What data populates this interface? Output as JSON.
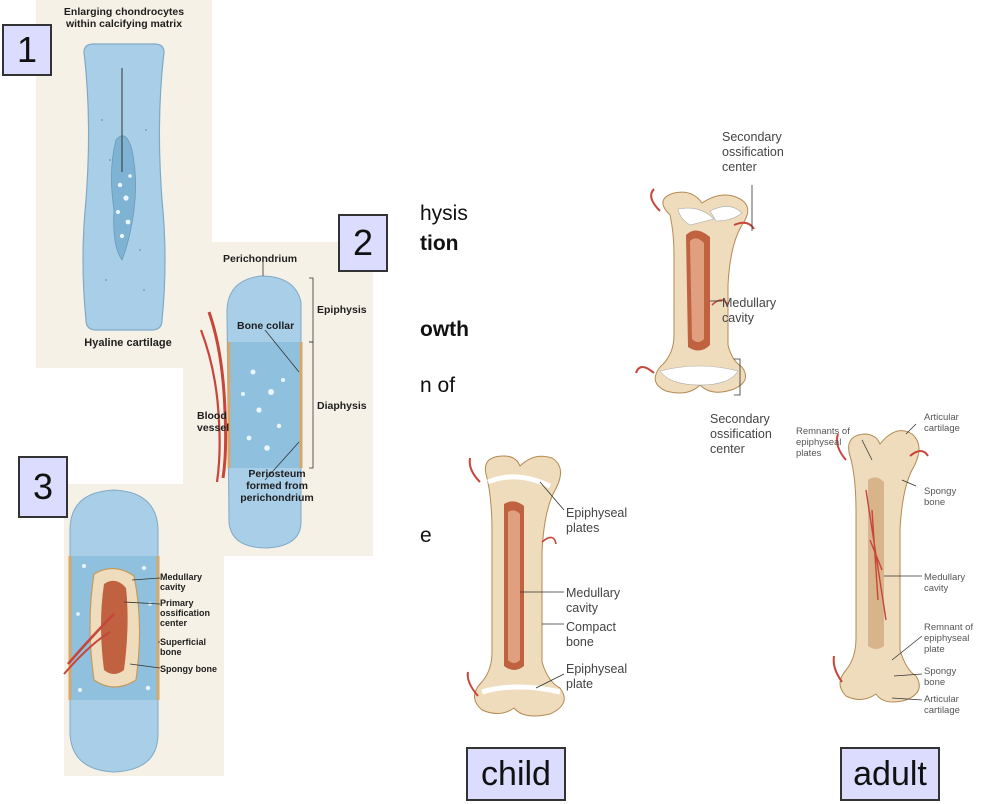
{
  "slide_text": {
    "line1": "hysis",
    "line2": "tion",
    "line3": "owth",
    "line4": "n of",
    "line5": "e"
  },
  "stage1": {
    "badge": "1",
    "label_top": "Enlarging chondrocytes within calcifying matrix",
    "label_bottom": "Hyaline cartilage"
  },
  "stage2": {
    "badge": "2",
    "perichondrium": "Perichondrium",
    "epiphysis": "Epiphysis",
    "bone_collar": "Bone collar",
    "diaphysis": "Diaphysis",
    "blood_vessel": "Blood vessel",
    "periosteum": "Periosteum formed from perichondrium"
  },
  "stage3": {
    "badge": "3",
    "medullary_cavity": "Medullary cavity",
    "primary_center": "Primary ossification center",
    "superficial_bone": "Superficial bone",
    "spongy_bone": "Spongy bone"
  },
  "juvenile_bone": {
    "secondary_top": "Secondary ossification center",
    "medullary_cavity": "Medullary cavity",
    "secondary_bottom": "Secondary ossification center"
  },
  "child_bone": {
    "epiphyseal_plates": "Epiphyseal plates",
    "medullary_cavity": "Medullary cavity",
    "compact_bone": "Compact bone",
    "epiphyseal_plate": "Epiphyseal plate",
    "caption": "child"
  },
  "adult_bone": {
    "articular_top": "Articular cartilage",
    "remnants": "Remnants of epiphyseal plates",
    "spongy_top": "Spongy bone",
    "medullary_cavity": "Medullary cavity",
    "remnant": "Remnant of epiphyseal plate",
    "spongy_bottom": "Spongy bone",
    "articular_bottom": "Articular cartilage",
    "caption": "adult"
  },
  "colors": {
    "cartilage": "#a9cfe8",
    "bone": "#eedcbc",
    "cavity": "#c0623f",
    "vessel": "#c8453a",
    "badge": "#dcdcff"
  }
}
